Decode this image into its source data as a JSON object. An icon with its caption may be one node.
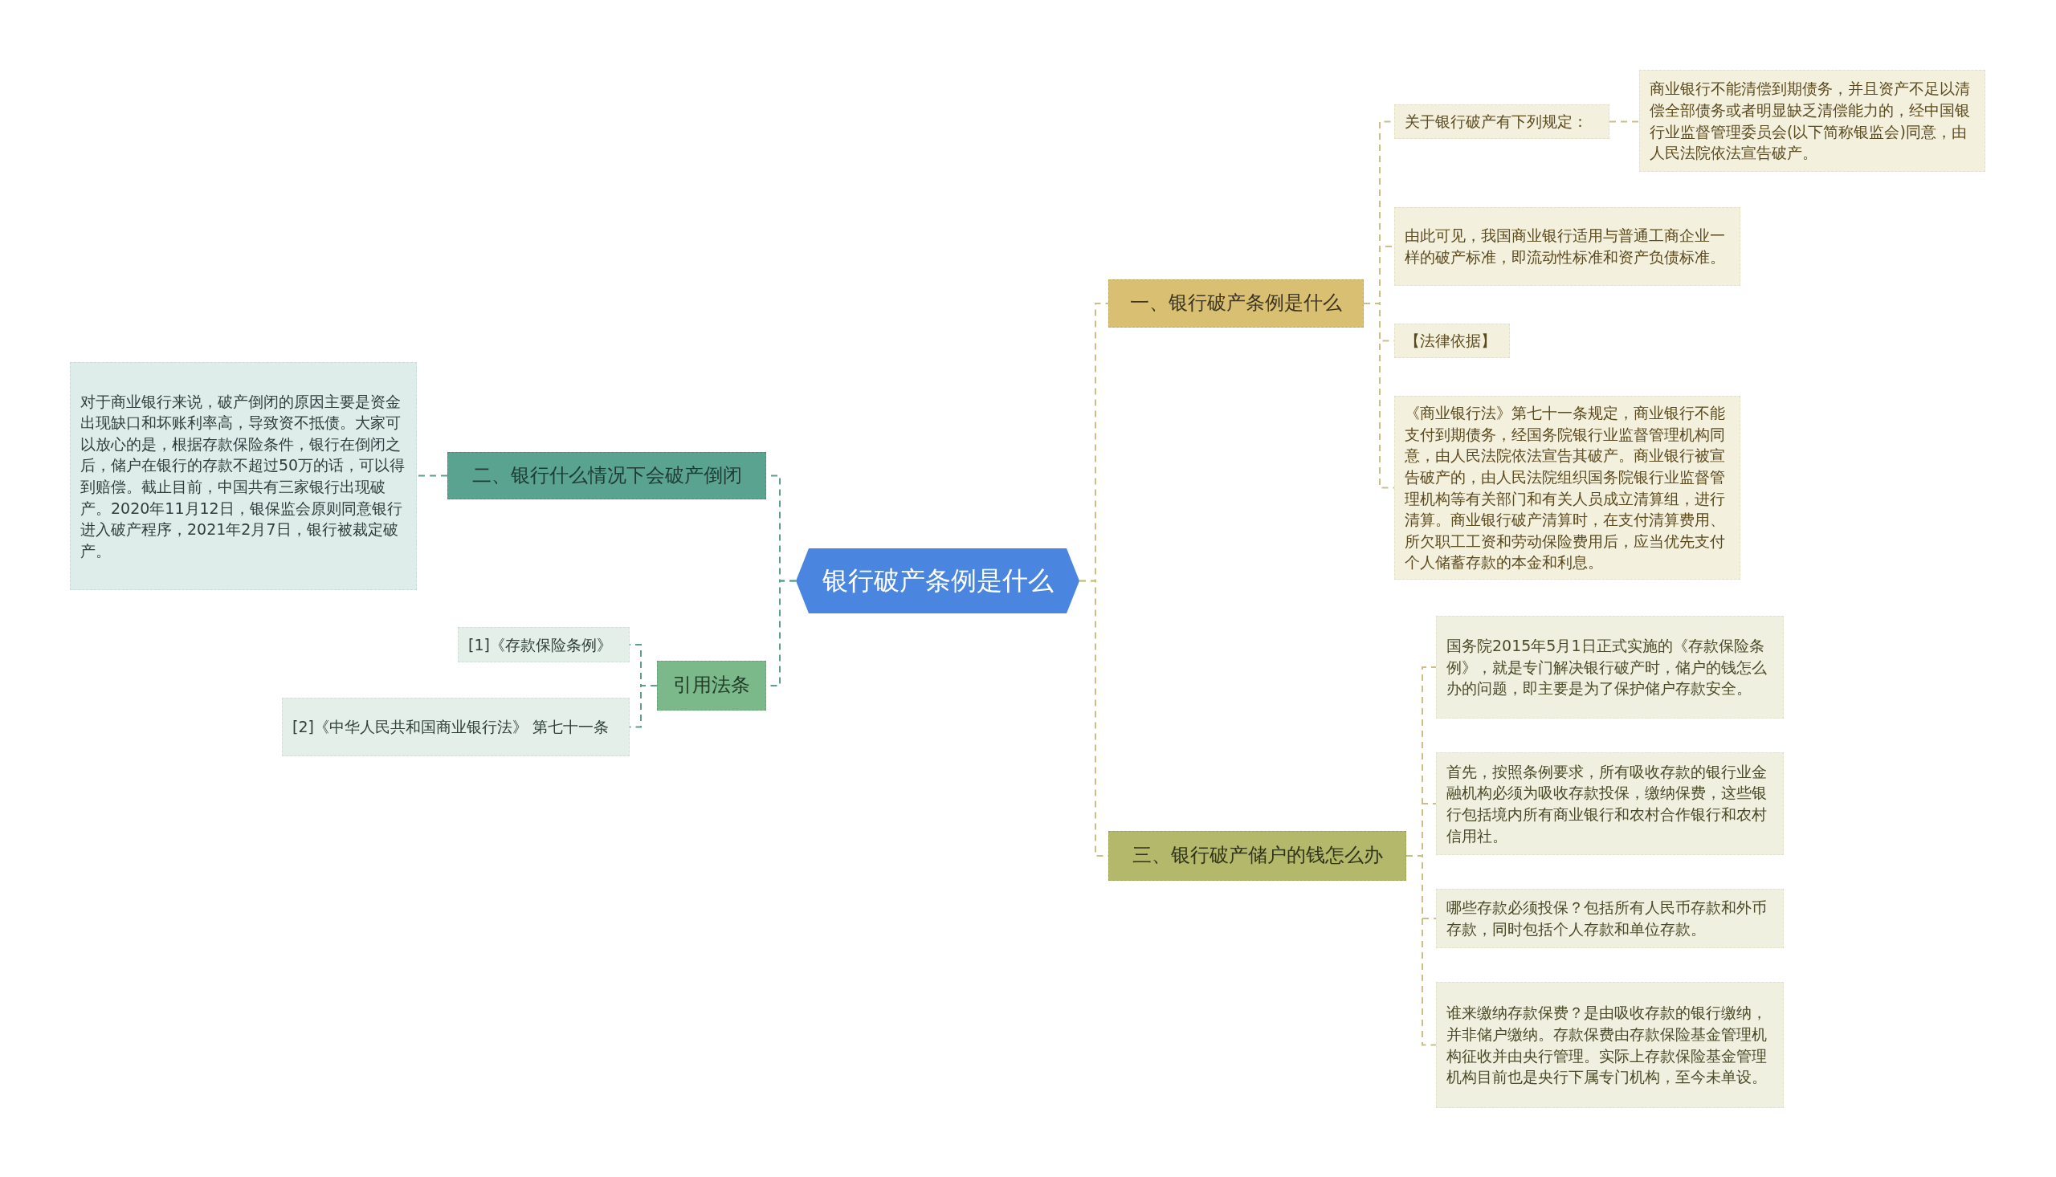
{
  "diagram": {
    "nodes": [
      {
        "text": [
          "银行破产条例是什么"
        ]
      },
      {
        "text": [
          "一、银行破产条例是什么"
        ]
      },
      {
        "text": [
          "关于银行破产有下列规定："
        ]
      },
      {
        "text": [
          "商业银行不能清偿到期债务，并且资产不足以清偿全部债务或者明显缺乏清偿能力的，经中国银行业监督管理委员会(以下简称银监会)同意，由人民法院依法宣告破产。"
        ]
      },
      {
        "text": [
          "由此可见，我国商业银行适用与普通工商企业一样的破产标准，即流动性标准和资产负债标准。"
        ]
      },
      {
        "text": [
          "【法律依据】"
        ]
      },
      {
        "text": [
          "《商业银行法》第七十一条规定，商业银行不能支付到期债务，经国务院银行业监督管理机构同意，由人民法院依法宣告其破产。商业银行被宣告破产的，由人民法院组织国务院银行业监督管理机构等有关部门和有关人员成立清算组，进行清算。商业银行破产清算时，在支付清算费用、所欠职工工资和劳动保险费用后，应当优先支付个人储蓄存款的本金和利息。"
        ]
      },
      {
        "text": [
          "三、银行破产储户的钱怎么办"
        ]
      },
      {
        "text": [
          "国务院2015年5月1日正式实施的《存款保险条例》，就是专门解决银行破产时，储户的钱怎么办的问题，即主要是为了保护储户存款安全。"
        ]
      },
      {
        "text": [
          "首先，按照条例要求，所有吸收存款的银行业金融机构必须为吸收存款投保，缴纳保费，这些银行包括境内所有商业银行和农村合作银行和农村信用社。"
        ]
      },
      {
        "text": [
          "哪些存款必须投保？包括所有人民币存款和外币存款，同时包括个人存款和单位存款。"
        ]
      },
      {
        "text": [
          "谁来缴纳存款保费？是由吸收存款的银行缴纳，并非储户缴纳。存款保费由存款保险基金管理机构征收并由央行管理。实际上存款保险基金管理机构目前也是央行下属专门机构，至今未单设。"
        ]
      },
      {
        "text": [
          "二、银行什么情况下会破产倒闭"
        ]
      },
      {
        "text": [
          "对于商业银行来说，破产倒闭的原因主要是资金出现缺口和坏账利率高，导致资不抵债。大家可以放心的是，根据存款保险条件，银行在倒闭之后，储户在银行的存款不超过50万的话，可以得到赔偿。截止目前，中国共有三家银行出现破产。2020年11月12日，银保监会原则同意银行进入破产程序，2021年2月7日，银行被裁定破产。"
        ]
      },
      {
        "text": [
          "引用法条"
        ]
      },
      {
        "text": [
          "[1]《存款保险条例》"
        ]
      },
      {
        "text": [
          "[2]《中华人民共和国商业银行法》 第七十一条"
        ]
      }
    ],
    "edges": [
      {
        "from": 0,
        "to": 1,
        "arrow": "none"
      },
      {
        "from": 1,
        "to": 2,
        "arrow": "none"
      },
      {
        "from": 2,
        "to": 3,
        "arrow": "none"
      },
      {
        "from": 1,
        "to": 4,
        "arrow": "none"
      },
      {
        "from": 1,
        "to": 5,
        "arrow": "none"
      },
      {
        "from": 1,
        "to": 6,
        "arrow": "none"
      },
      {
        "from": 0,
        "to": 7,
        "arrow": "none"
      },
      {
        "from": 7,
        "to": 8,
        "arrow": "none"
      },
      {
        "from": 7,
        "to": 9,
        "arrow": "none"
      },
      {
        "from": 7,
        "to": 10,
        "arrow": "none"
      },
      {
        "from": 7,
        "to": 11,
        "arrow": "none"
      },
      {
        "from": 0,
        "to": 12,
        "arrow": "none",
        "color": "#5f9e8e"
      },
      {
        "from": 12,
        "to": 13,
        "arrow": "none",
        "color": "#5f9e8e"
      },
      {
        "from": 0,
        "to": 14,
        "arrow": "none",
        "color": "#5f9e8e"
      },
      {
        "from": 14,
        "to": 15,
        "arrow": "none",
        "color": "#5f9e8e"
      },
      {
        "from": 14,
        "to": 16,
        "arrow": "none",
        "color": "#5f9e8e"
      }
    ]
  }
}
